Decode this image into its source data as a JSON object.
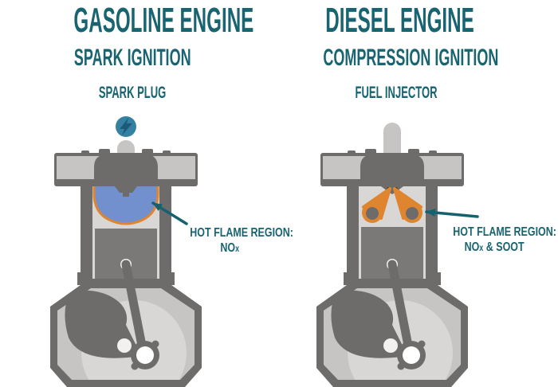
{
  "columns": {
    "gasoline": {
      "title": "GASOLINE ENGINE",
      "subtitle": "SPARK IGNITION",
      "component_label": "SPARK PLUG",
      "annotation": {
        "line1": "HOT FLAME REGION:",
        "chem": "NO",
        "chem_sub": "x",
        "chem_rest": ""
      }
    },
    "diesel": {
      "title": "DIESEL ENGINE",
      "subtitle": "COMPRESSION IGNITION",
      "component_label": "FUEL INJECTOR",
      "annotation": {
        "line1": "HOT FLAME REGION:",
        "chem": "NO",
        "chem_sub": "x",
        "chem_rest": " & SOOT"
      }
    }
  },
  "icons": {
    "spark": "spark-bolt-icon",
    "arrows": "annotation-arrow"
  },
  "colors": {
    "heading_teal": "#186470",
    "arrow_teal": "#15626e",
    "engine_dark": "#6d6c6a",
    "engine_mid": "#7b7977",
    "engine_light": "#c6c5c3",
    "engine_lighter": "#d8d7d5",
    "pin_white": "#f2f1ef",
    "flame_blue": "#7190cd",
    "flame_orange": "#e0852f",
    "spark_circle": "#3581a2",
    "spark_bolt": "#1d5a77",
    "background": "#ffffff"
  }
}
